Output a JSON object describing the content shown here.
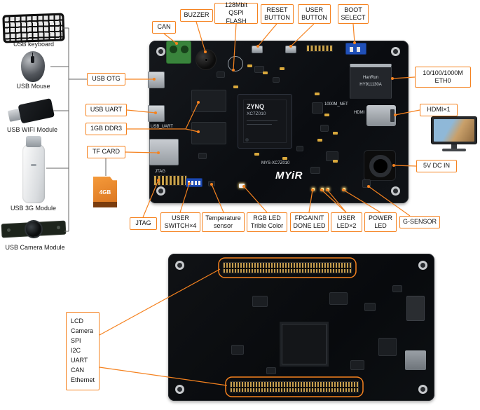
{
  "accent": "#f5821f",
  "peripherals": {
    "keyboard": "USB keyboard",
    "mouse": "USB Mouse",
    "wifi": "USB WIFI Module",
    "modem_3g": "USB 3G Module",
    "camera": "USB Camera Module"
  },
  "callouts": {
    "can": "CAN",
    "buzzer": "BUZZER",
    "qspi_flash": "128Mbit QSPI\nFLASH",
    "reset_button": "RESET\nBUTTON",
    "user_button": "USER\nBUTTON",
    "boot_select": "BOOT\nSELECT",
    "eth0": "10/100/1000M\nETH0",
    "hdmi": "HDMI×1",
    "dc_in": "5V DC IN",
    "usb_otg": "USB OTG",
    "usb_uart": "USB UART",
    "ddr3": "1GB DDR3",
    "tf_card": "TF CARD",
    "jtag": "JTAG",
    "user_switch": "USER\nSWITCH×4",
    "temperature_sensor": "Temperature\nsensor",
    "rgb_led": "RGB LED\nTrible Color",
    "fpga_init": "FPGAINIT\nDONE LED",
    "user_led": "USER\nLED×2",
    "power_led": "POWER\nLED",
    "g_sensor": "G-SENSOR",
    "expansion": "LCD\nCamera\nSPI\nI2C\nUART\nCAN\nEthernet"
  },
  "silkscreen": {
    "model": "MYS-XC7Z010",
    "brand": "MYiR",
    "zynq_1": "ZYNQ",
    "zynq_2": "XC7Z010",
    "eth_jack_1": "HanRun",
    "eth_jack_2": "HY911130A",
    "eth_net": "1000M_NET",
    "usb_uart": "USB_UART",
    "jtag": "JTAG",
    "hdmi": "HDMI",
    "tf_capacity": "4GB"
  }
}
